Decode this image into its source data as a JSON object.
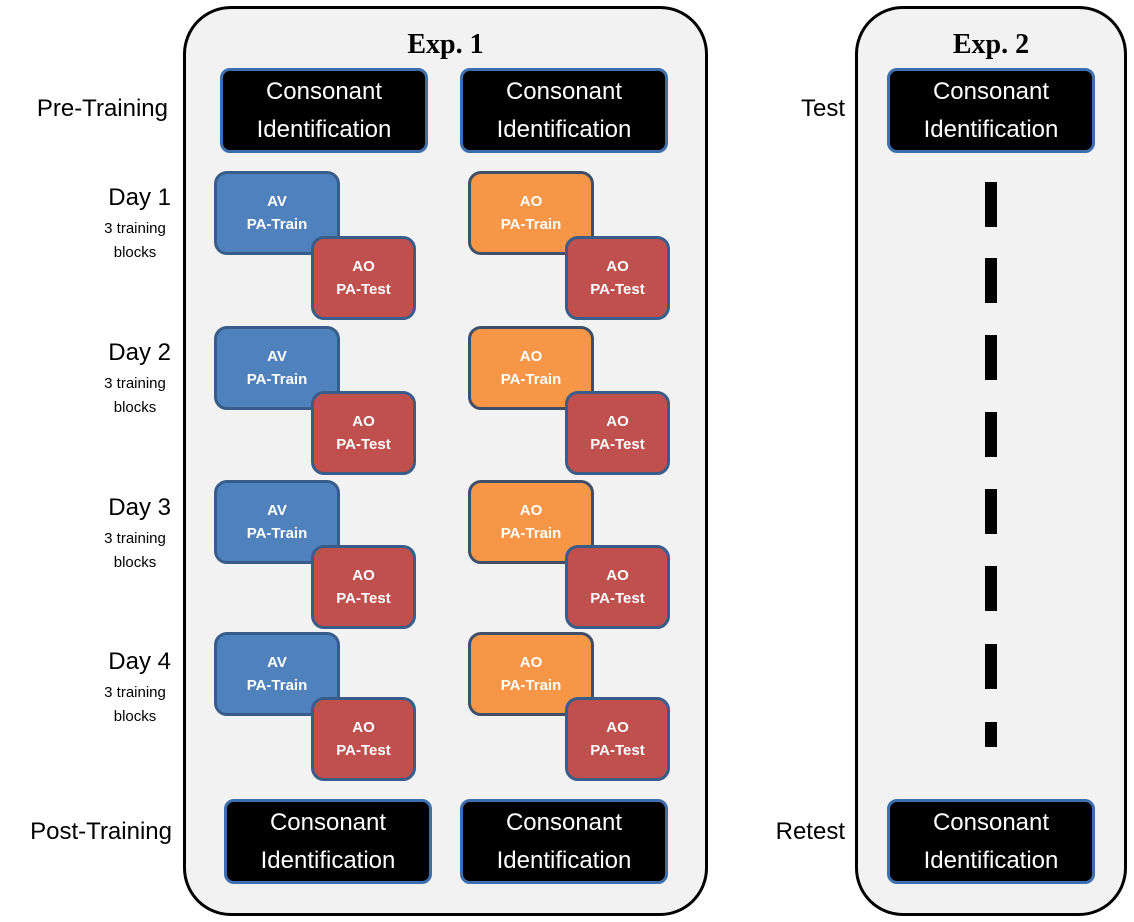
{
  "exp1": {
    "title": "Exp. 1"
  },
  "exp2": {
    "title": "Exp. 2"
  },
  "labels": {
    "pre_training": "Pre-Training",
    "post_training": "Post-Training",
    "test": "Test",
    "retest": "Retest",
    "day1": "Day 1",
    "day2": "Day 2",
    "day3": "Day 3",
    "day4": "Day 4",
    "training_blocks_1": "3 training",
    "training_blocks_2": "blocks"
  },
  "task": {
    "ci_line1": "Consonant",
    "ci_line2": "Identification"
  },
  "blocks": {
    "av": "AV",
    "ao": "AO",
    "pa_train": "PA-Train",
    "pa_test": "PA-Test"
  },
  "colors": {
    "av_fill": "#4f81bd",
    "ao_train_fill": "#f79646",
    "ao_test_fill": "#c0504d",
    "ci_fill": "#000000",
    "ci_border": "#3d6fae",
    "panel_fill": "#f2f2f2"
  }
}
